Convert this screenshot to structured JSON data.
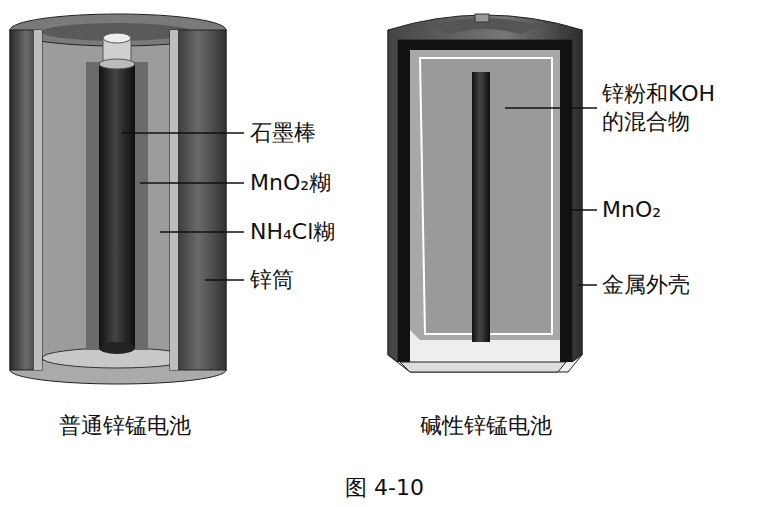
{
  "diagram": {
    "caption": "图 4-10",
    "labels": [
      "石墨棒",
      "MnO₂糊",
      "NH₄Cl糊",
      "锌筒",
      "普通锌锰电池",
      "锌粉和KOH 的混合物",
      "MnO₂",
      "金属外壳",
      "碱性锌锰电池"
    ]
  }
}
